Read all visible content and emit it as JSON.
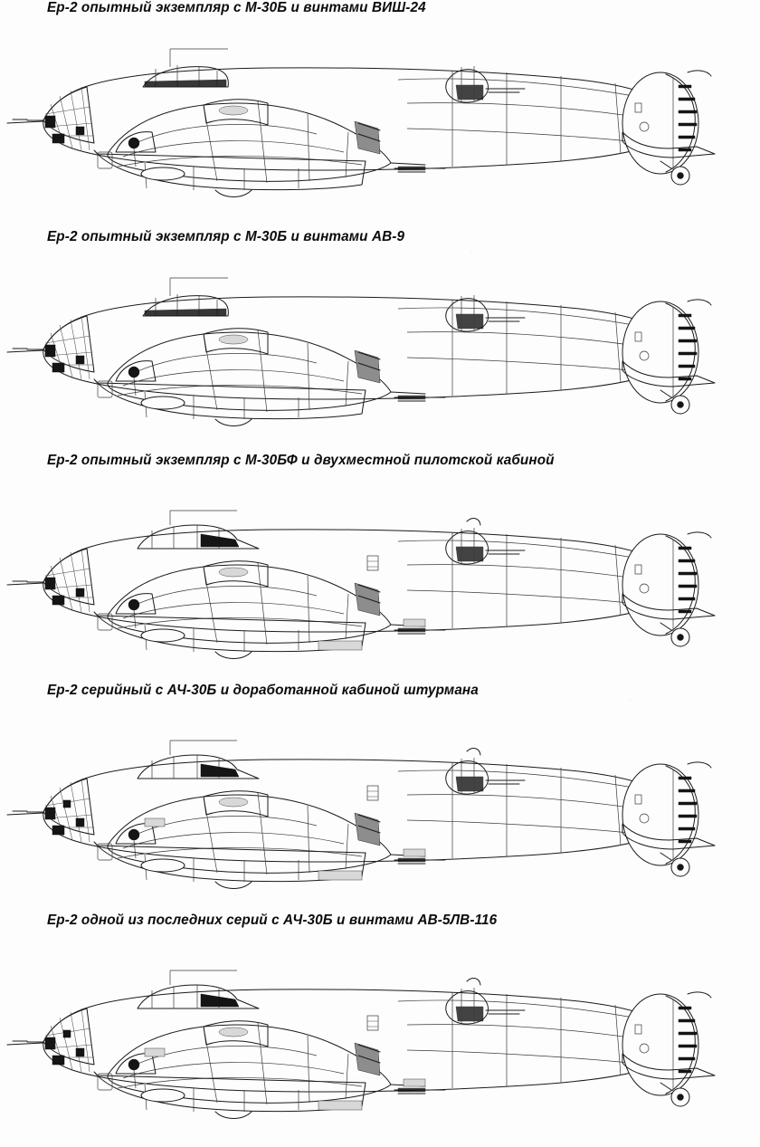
{
  "page": {
    "background_color": "#fcfcfc",
    "ink_color": "#1a1a1a",
    "kind": "scanned-book-page",
    "subject": "Yermolaev Yer-2 long-range bomber side-view variant drawings"
  },
  "figures": [
    {
      "index": 1,
      "caption": "Ер-2 опытный экземпляр с М-30Б и винтами ВИШ-24",
      "variant_label": "yer-2-m30b-vish24",
      "canopy": "single-seat offset cockpit",
      "nose": "framed glazed navigator nose",
      "turret": "dorsal gun turret",
      "tail": "single large oval fin with rudder",
      "gear": "tailwheel down"
    },
    {
      "index": 2,
      "caption": "Ер-2 опытный экземпляр с М-30Б и винтами АВ-9",
      "variant_label": "yer-2-m30b-av9",
      "canopy": "single-seat offset cockpit",
      "nose": "framed glazed navigator nose",
      "turret": "dorsal gun turret",
      "tail": "single large oval fin with rudder",
      "gear": "tailwheel down"
    },
    {
      "index": 3,
      "caption": "Ер-2 опытный экземпляр с М-30БФ и двухместной пилотской кабиной",
      "variant_label": "yer-2-m30bf-two-seat-cockpit",
      "canopy": "two-seat extended cockpit",
      "nose": "framed glazed navigator nose",
      "turret": "dorsal gun turret",
      "tail": "single large oval fin with rudder",
      "gear": "tailwheel down"
    },
    {
      "index": 4,
      "caption": "Ер-2 серийный с АЧ-30Б и доработанной кабиной штурмана",
      "variant_label": "yer-2-ach30b-revised-navigator",
      "canopy": "two-seat extended cockpit",
      "nose": "revised navigator glazing",
      "turret": "dorsal gun turret",
      "tail": "single large oval fin with rudder",
      "gear": "tailwheel down"
    },
    {
      "index": 5,
      "caption": "Ер-2 одной из последних серий с АЧ-30Б и винтами АВ-5ЛВ-116",
      "variant_label": "yer-2-ach30b-av5lv116",
      "canopy": "two-seat extended cockpit",
      "nose": "revised navigator glazing",
      "turret": "dorsal gun turret",
      "tail": "single large oval fin with rudder",
      "gear": "tailwheel down"
    }
  ]
}
